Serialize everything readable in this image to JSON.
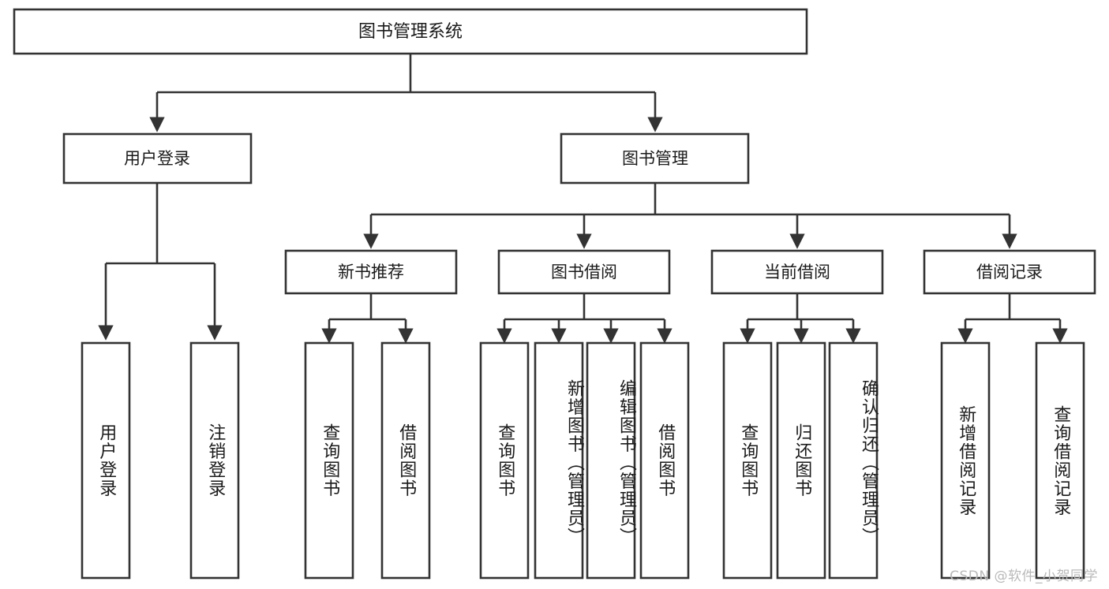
{
  "diagram": {
    "title": "图书管理系统",
    "type": "hierarchy-tree",
    "watermark": "CSDN @软件_小贺同学",
    "colors": {
      "stroke": "#333333",
      "fill": "#ffffff",
      "text": "#1a1a1a",
      "watermark": "#b9b9b9"
    },
    "root": {
      "label": "图书管理系统"
    },
    "level2": [
      {
        "label": "用户登录"
      },
      {
        "label": "图书管理"
      }
    ],
    "level3": [
      {
        "label": "新书推荐"
      },
      {
        "label": "图书借阅"
      },
      {
        "label": "当前借阅"
      },
      {
        "label": "借阅记录"
      }
    ],
    "leaves": {
      "user_login": [
        {
          "label": "用户登录"
        },
        {
          "label": "注销登录"
        }
      ],
      "new_book_recommend": [
        {
          "label": "查询图书"
        },
        {
          "label": "借阅图书"
        }
      ],
      "book_borrow": [
        {
          "label": "查询图书"
        },
        {
          "label": "新增图书（管理员）"
        },
        {
          "label": "编辑图书（管理员）"
        },
        {
          "label": "借阅图书"
        }
      ],
      "current_borrow": [
        {
          "label": "查询图书"
        },
        {
          "label": "归还图书"
        },
        {
          "label": "确认归还（管理员）"
        }
      ],
      "borrow_record": [
        {
          "label": "新增借阅记录"
        },
        {
          "label": "查询借阅记录"
        }
      ]
    }
  }
}
